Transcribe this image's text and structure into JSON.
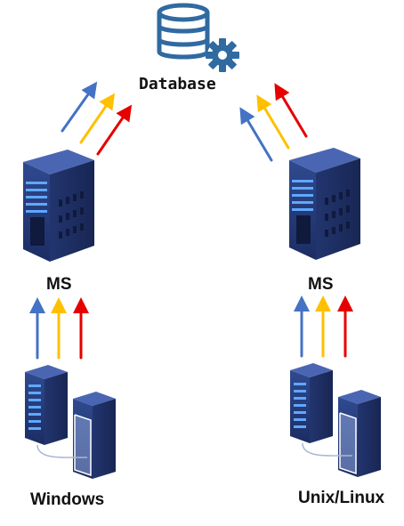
{
  "database": {
    "label": "Database",
    "icon": "database-gear-icon",
    "color": "#2f6aa1"
  },
  "servers": {
    "left": {
      "label": "MS",
      "icon": "server-rack-icon"
    },
    "right": {
      "label": "MS",
      "icon": "server-rack-icon"
    }
  },
  "clients": {
    "left": {
      "label": "Windows",
      "icon": "server-cluster-icon"
    },
    "right": {
      "label": "Unix/Linux",
      "icon": "server-cluster-icon"
    }
  },
  "arrow_colors": [
    "#4472c4",
    "#ffc000",
    "#e60000"
  ]
}
